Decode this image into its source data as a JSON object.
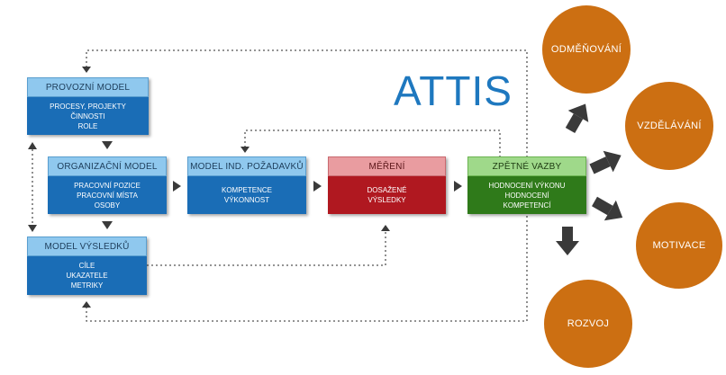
{
  "title": "ATTIS",
  "colors": {
    "blue_header": "#8fc8ee",
    "blue_body": "#1a6db6",
    "red_header": "#e99ca0",
    "red_body": "#b01820",
    "green_header": "#9fd98a",
    "green_body": "#2f7a1a",
    "circle": "#cc6f12",
    "title": "#1e78bf",
    "arrow": "#3a3a3a"
  },
  "boxes": {
    "provozni": {
      "header": "PROVOZNÍ MODEL",
      "lines": [
        "PROCESY, PROJEKTY",
        "ČINNOSTI",
        "ROLE"
      ]
    },
    "organizacni": {
      "header": "ORGANIZAČNÍ MODEL",
      "lines": [
        "PRACOVNÍ POZICE",
        "PRACOVNÍ MÍSTA",
        "OSOBY"
      ]
    },
    "vysledku": {
      "header": "MODEL VÝSLEDKŮ",
      "lines": [
        "CÍLE",
        "UKAZATELE",
        "METRIKY"
      ]
    },
    "pozadavku": {
      "header": "MODEL IND. POŽADAVKŮ",
      "lines": [
        "KOMPETENCE",
        "VÝKONNOST"
      ]
    },
    "mereni": {
      "header": "MĚŘENÍ",
      "lines": [
        "DOSAŽENÉ",
        "VÝSLEDKY"
      ]
    },
    "vazby": {
      "header": "ZPĚTNÉ VAZBY",
      "lines": [
        "HODNOCENÍ VÝKONU",
        "HODNOCENÍ",
        "KOMPETENCÍ"
      ]
    }
  },
  "outcomes": [
    "ODMĚŇOVÁNÍ",
    "VZDĚLÁVÁNÍ",
    "MOTIVACE",
    "ROZVOJ"
  ]
}
